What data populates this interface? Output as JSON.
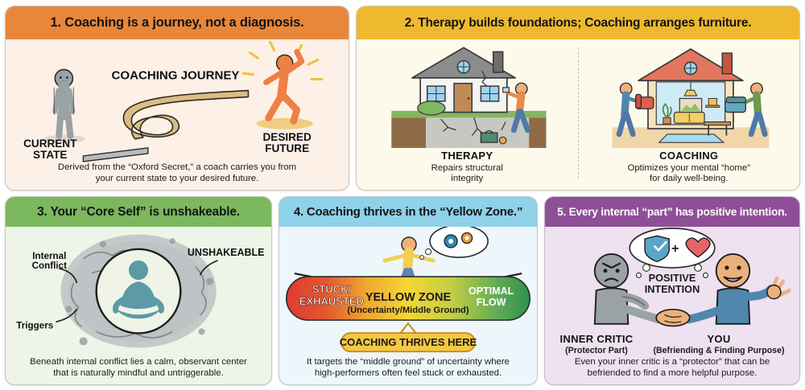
{
  "panels": [
    {
      "id": 1,
      "header": "1. Coaching is a journey, not a diagnosis.",
      "header_bg": "#e8873c",
      "body_bg": "#fdf0e7",
      "labels": {
        "journey": "COACHING JOURNEY",
        "current_state": "CURRENT\nSTATE",
        "current_state_line1": "CURRENT",
        "current_state_line2": "STATE",
        "desired_future_line1": "DESIRED",
        "desired_future_line2": "FUTURE"
      },
      "caption_line1": "Derived from the “Oxford Secret,” a coach carries you from",
      "caption_line2": "your current state to your desired future."
    },
    {
      "id": 2,
      "header": "2. Therapy builds foundations; Coaching arranges furniture.",
      "header_bg": "#eeb92e",
      "body_bg": "#fdfaec",
      "left": {
        "title": "THERAPY",
        "text_line1": "Repairs structural",
        "text_line2": "integrity"
      },
      "right": {
        "title": "COACHING",
        "text_line1": "Optimizes your mental “home”",
        "text_line2": "for daily well-being."
      }
    },
    {
      "id": 3,
      "header": "3. Your “Core Self” is unshakeable.",
      "header_bg": "#7cb85e",
      "body_bg": "#eef4e7",
      "labels": {
        "internal_conflict_line1": "Internal",
        "internal_conflict_line2": "Conflict",
        "triggers": "Triggers",
        "unshakeable": "UNSHAKEABLE"
      },
      "caption_line1": "Beneath internal conflict lies a calm, observant center",
      "caption_line2": "that is naturally mindful and untriggerable."
    },
    {
      "id": 4,
      "header": "4. Coaching thrives in the “Yellow Zone.”",
      "header_bg": "#8ed1e9",
      "body_bg": "#edf6fb",
      "labels": {
        "stuck_line1": "STUCK/",
        "stuck_line2": "EXHAUSTED",
        "yellow_zone": "YELLOW ZONE",
        "yellow_zone_sub": "(Uncertainty/Middle Ground)",
        "optimal_line1": "OPTIMAL",
        "optimal_line2": "FLOW",
        "banner": "COACHING THRIVES HERE"
      },
      "caption_line1": "It targets the “middle ground” of uncertainty where",
      "caption_line2": "high-performers often feel stuck or exhausted."
    },
    {
      "id": 5,
      "header": "5. Every internal “part” has positive intention.",
      "header_bg": "#8f4f96",
      "body_bg": "#eee1f0",
      "labels": {
        "positive_line1": "POSITIVE",
        "positive_line2": "INTENTION",
        "inner_critic": "INNER CRITIC",
        "inner_critic_sub": "(Protector Part)",
        "you": "YOU",
        "you_sub": "(Befriending & Finding Purpose)"
      },
      "caption_line1": "Even your inner critic is a “protector” that can be",
      "caption_line2": "befriended to find a more helpful purpose."
    }
  ],
  "palette": {
    "orange_accent": "#e8873c",
    "yellow_accent": "#eeb92e",
    "green_accent": "#7cb85e",
    "blue_accent": "#8ed1e9",
    "purple_accent": "#8f4f96",
    "gradient_red": "#e03b30",
    "gradient_yellow": "#f5d733",
    "gradient_green": "#3a9a52",
    "path_tan": "#dcbc84",
    "figure_grey": "#9aa2a6",
    "figure_teal": "#5c9aa6",
    "figure_orange": "#ef7f45",
    "figure_blue": "#4f87ad"
  }
}
